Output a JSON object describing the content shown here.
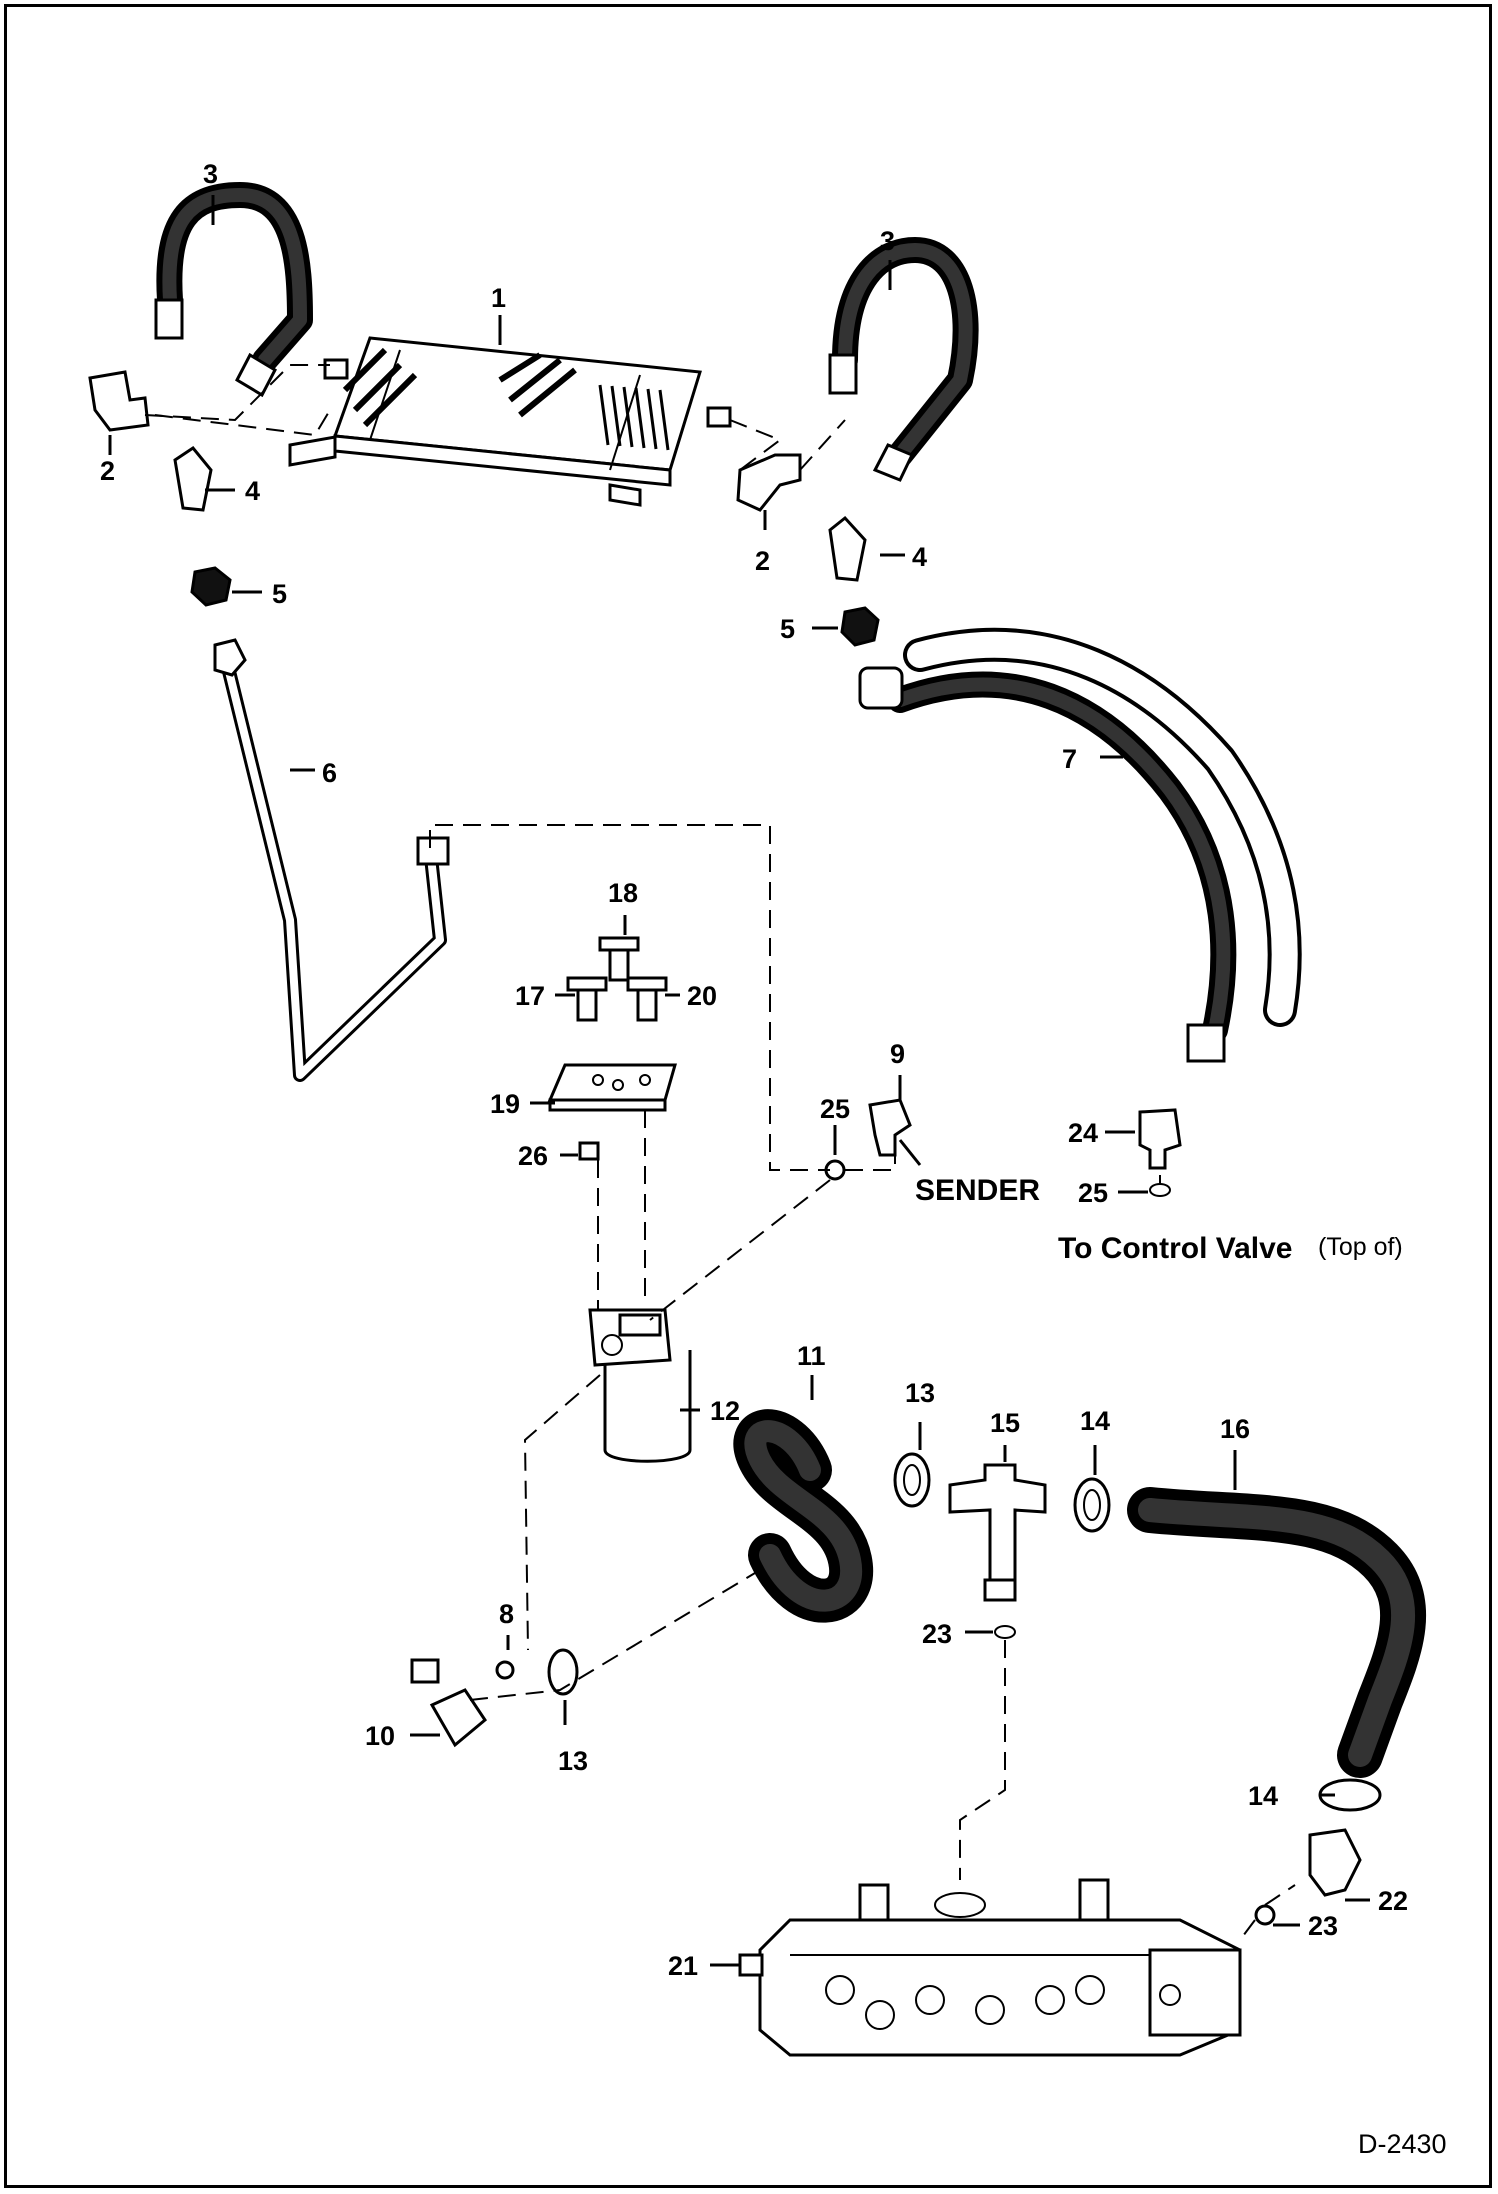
{
  "drawing_id": "D-2430",
  "callouts": [
    {
      "key": "c1",
      "text": "1"
    },
    {
      "key": "c2a",
      "text": "2"
    },
    {
      "key": "c2b",
      "text": "2"
    },
    {
      "key": "c3a",
      "text": "3"
    },
    {
      "key": "c3b",
      "text": "3"
    },
    {
      "key": "c4a",
      "text": "4"
    },
    {
      "key": "c4b",
      "text": "4"
    },
    {
      "key": "c5a",
      "text": "5"
    },
    {
      "key": "c5b",
      "text": "5"
    },
    {
      "key": "c6",
      "text": "6"
    },
    {
      "key": "c7",
      "text": "7"
    },
    {
      "key": "c8",
      "text": "8"
    },
    {
      "key": "c9",
      "text": "9"
    },
    {
      "key": "c10",
      "text": "10"
    },
    {
      "key": "c11",
      "text": "11"
    },
    {
      "key": "c12",
      "text": "12"
    },
    {
      "key": "c13a",
      "text": "13"
    },
    {
      "key": "c13b",
      "text": "13"
    },
    {
      "key": "c14a",
      "text": "14"
    },
    {
      "key": "c14b",
      "text": "14"
    },
    {
      "key": "c15",
      "text": "15"
    },
    {
      "key": "c16",
      "text": "16"
    },
    {
      "key": "c17",
      "text": "17"
    },
    {
      "key": "c18",
      "text": "18"
    },
    {
      "key": "c19",
      "text": "19"
    },
    {
      "key": "c20",
      "text": "20"
    },
    {
      "key": "c21",
      "text": "21"
    },
    {
      "key": "c22",
      "text": "22"
    },
    {
      "key": "c23a",
      "text": "23"
    },
    {
      "key": "c23b",
      "text": "23"
    },
    {
      "key": "c24",
      "text": "24"
    },
    {
      "key": "c25a",
      "text": "25"
    },
    {
      "key": "c25b",
      "text": "25"
    },
    {
      "key": "c26",
      "text": "26"
    }
  ],
  "labels": {
    "sender": "SENDER",
    "to_control_valve": "To Control Valve",
    "top_of": "(Top of)"
  }
}
